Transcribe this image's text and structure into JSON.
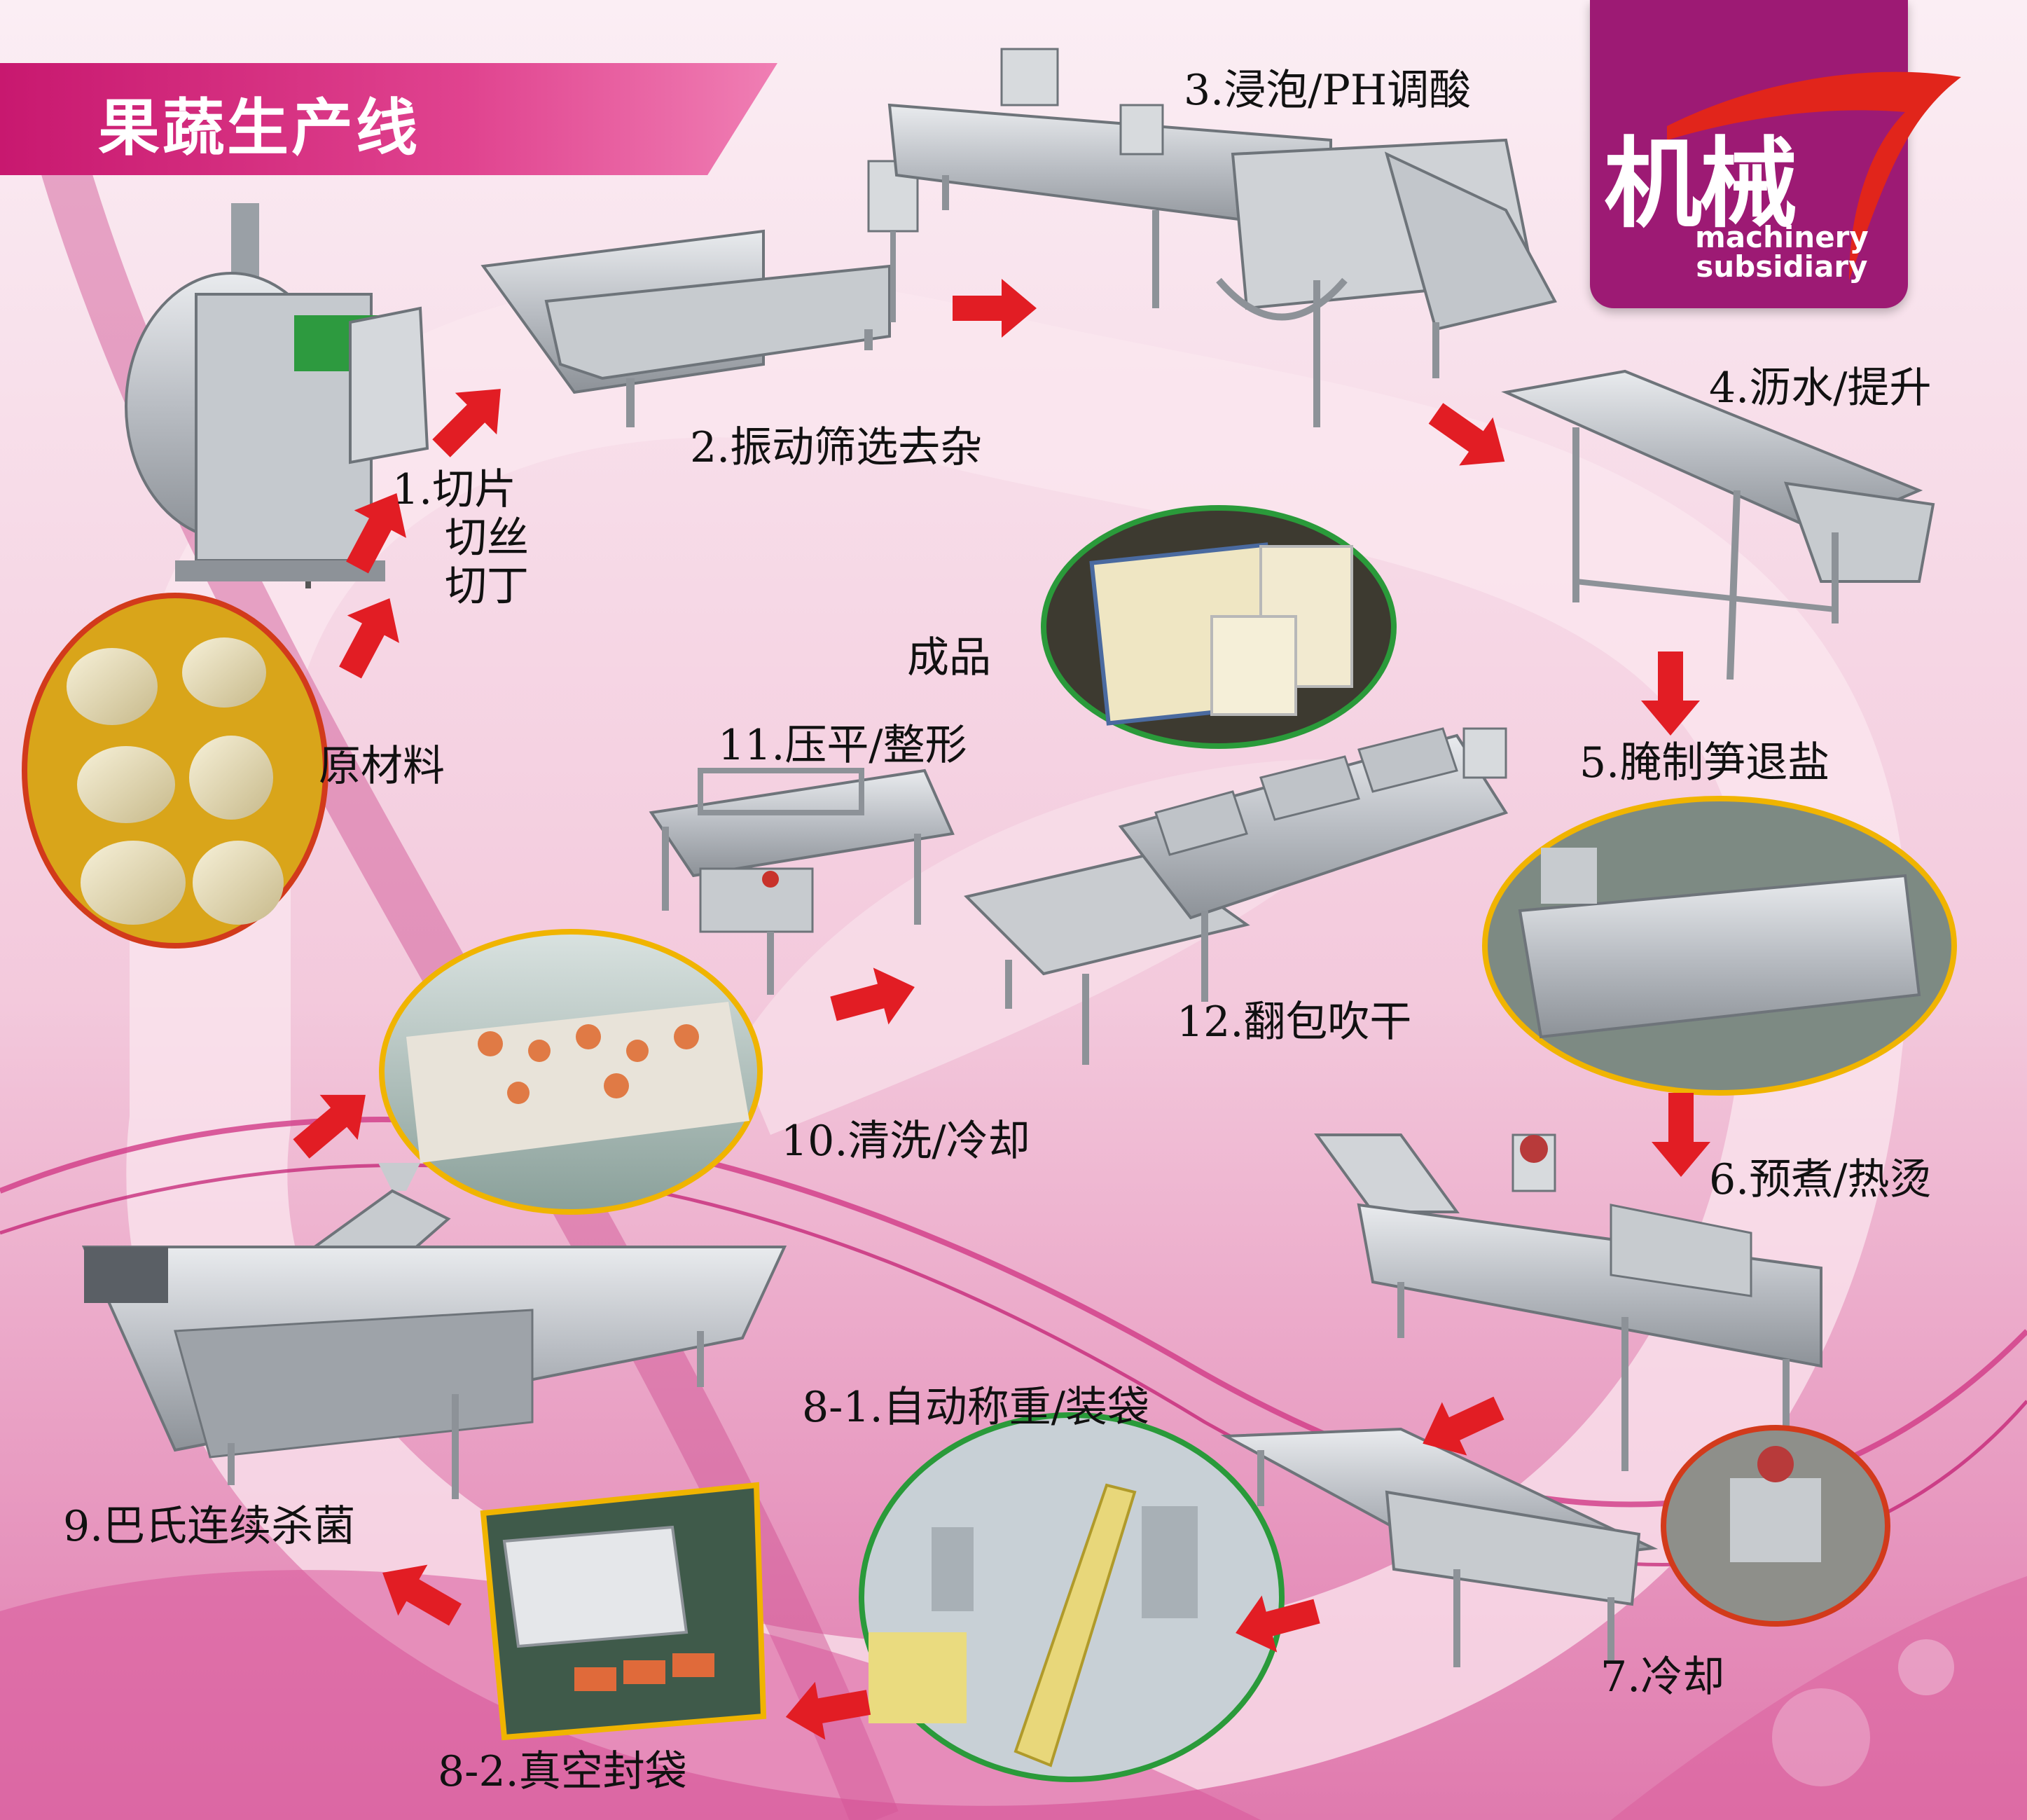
{
  "header": {
    "title": "果蔬生产线"
  },
  "logo": {
    "chinese": "机械",
    "english_line1": "machinery",
    "english_line2": "subsidiary"
  },
  "raw_material": "原材料",
  "finished_product": "成品",
  "steps": {
    "s1": [
      "1.切片",
      "切丝",
      "切丁"
    ],
    "s2": "2.振动筛选去杂",
    "s3": "3.浸泡/PH调酸",
    "s4": "4.沥水/提升",
    "s5": "5.腌制笋退盐",
    "s6": "6.预煮/热烫",
    "s7": "7.冷却",
    "s8_1": "8-1.自动称重/装袋",
    "s8_2": "8-2.真空封袋",
    "s9": "9.巴氏连续杀菌",
    "s10": "10.清洗/冷却",
    "s11": "11.压平/整形",
    "s12": "12.翻包吹干"
  },
  "colors": {
    "arrow": "#e21d24",
    "brand_magenta": "#9d1a74",
    "banner": "#d42a7e",
    "ribbon": "#d13a86",
    "steel": "#c9ccd0",
    "frame_gold": "#f0b400",
    "frame_green": "#2a9a3a"
  },
  "icons": [
    "arrow-icon",
    "machine-icon",
    "logo-swoosh-icon"
  ]
}
